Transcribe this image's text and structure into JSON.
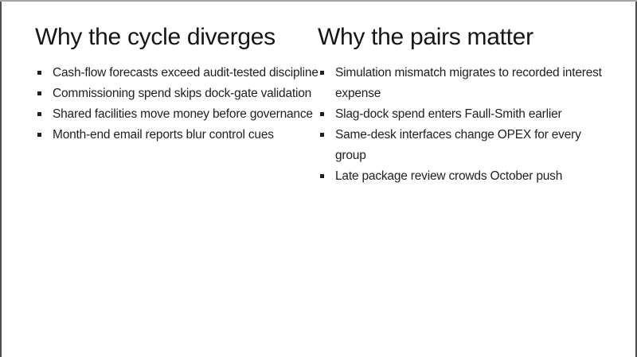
{
  "colors": {
    "background": "#ffffff",
    "title_text": "#161616",
    "body_text": "#1f1f1f",
    "top_border": "#a3a3a3",
    "side_border": "#4e4e4e"
  },
  "slide": {
    "bullet_glyph": "▪",
    "columns": [
      {
        "title": "Why the cycle diverges",
        "bullets": [
          "Cash-flow forecasts exceed audit-tested discipline",
          "Commissioning spend skips dock-gate validation",
          "Shared facilities move money before governance",
          "Month-end email reports blur control cues"
        ]
      },
      {
        "title": "Why the pairs matter",
        "bullets": [
          "Simulation mismatch migrates to recorded interest expense",
          "Slag-dock spend enters Faull-Smith earlier",
          "Same-desk interfaces change OPEX for every group",
          "Late package review crowds October push"
        ]
      }
    ]
  }
}
